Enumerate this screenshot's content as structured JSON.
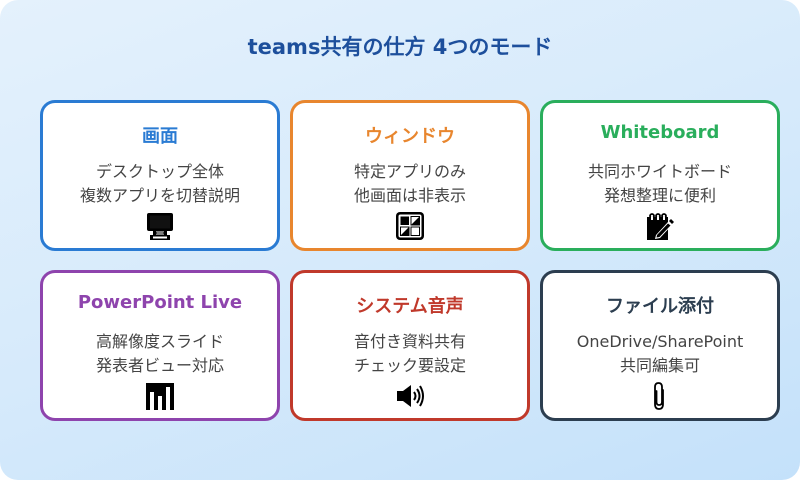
{
  "header": {
    "title": "teams共有の仕方 4つのモード"
  },
  "cards": [
    {
      "title": "画面",
      "lines": [
        "デスクトップ全体",
        "複数アプリを切替説明"
      ],
      "icon": "monitor-icon",
      "color": "#2a7bd3"
    },
    {
      "title": "ウィンドウ",
      "lines": [
        "特定アプリのみ",
        "他画面は非表示"
      ],
      "icon": "window-grid-icon",
      "color": "#e8862e"
    },
    {
      "title": "Whiteboard",
      "lines": [
        "共同ホワイトボード",
        "発想整理に便利"
      ],
      "icon": "notepad-pen-icon",
      "color": "#2aae5c"
    },
    {
      "title": "PowerPoint Live",
      "lines": [
        "高解像度スライド",
        "発表者ビュー対応"
      ],
      "icon": "bar-chart-icon",
      "color": "#8e44ad"
    },
    {
      "title": "システム音声",
      "lines": [
        "音付き資料共有",
        "チェック要設定"
      ],
      "icon": "speaker-icon",
      "color": "#c0392b"
    },
    {
      "title": "ファイル添付",
      "lines": [
        "OneDrive/SharePoint",
        "共同編集可"
      ],
      "icon": "paperclip-icon",
      "color": "#2c3e50"
    }
  ]
}
